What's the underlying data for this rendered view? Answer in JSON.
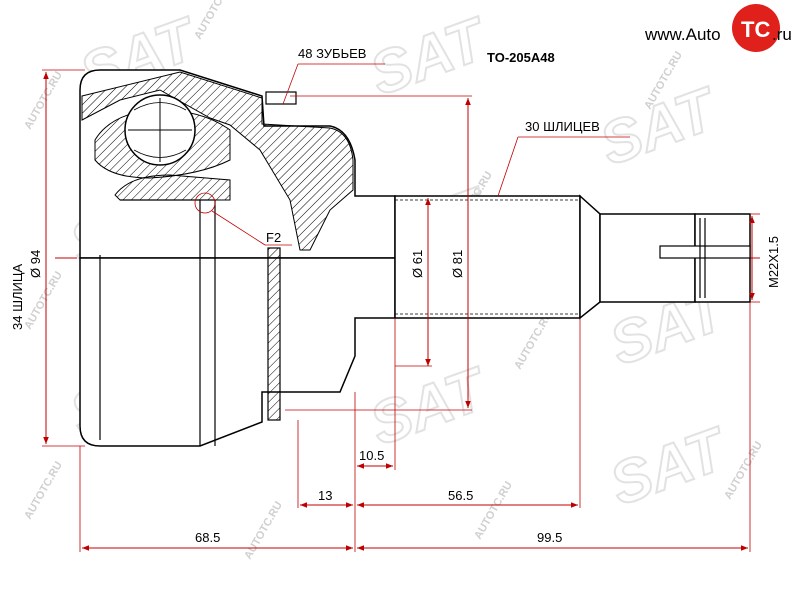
{
  "part_number": "TO-205A48",
  "brand": {
    "prefix": "www.Auto",
    "logo_letters": "TC",
    "suffix": ".ru",
    "logo_color": "#e0201b"
  },
  "watermark": {
    "text": "AUTOTC.RU",
    "logo_text": "SAT"
  },
  "callouts": {
    "teeth": "48 ЗУБЬЕВ",
    "splines": "30 ШЛИЦЕВ",
    "feature": "F2",
    "inner_splines": "34 ШЛИЦА",
    "outer_diameter": "Ø 94"
  },
  "dimensions": {
    "d61": "Ø 61",
    "d81": "Ø 81",
    "thread": "M22X1.5",
    "len_10_5": "10.5",
    "len_13": "13",
    "len_56_5": "56.5",
    "len_68_5": "68.5",
    "len_99_5": "99.5"
  },
  "colors": {
    "dimension": "#c00000",
    "outline": "#000000",
    "hatch": "#000000"
  }
}
